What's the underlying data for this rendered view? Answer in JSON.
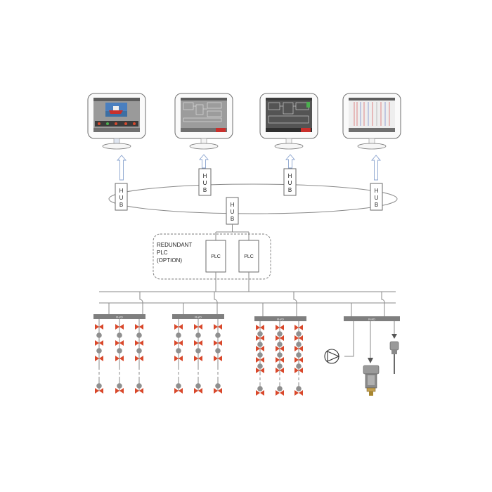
{
  "workstations": [
    {
      "screen": "ship-overview"
    },
    {
      "screen": "mimic-diagram"
    },
    {
      "screen": "mimic-diagram-dark"
    },
    {
      "screen": "trend-view"
    }
  ],
  "hubs": [
    {
      "letters": [
        "H",
        "U",
        "B"
      ]
    },
    {
      "letters": [
        "H",
        "U",
        "B"
      ]
    },
    {
      "letters": [
        "H",
        "U",
        "B"
      ]
    },
    {
      "letters": [
        "H",
        "U",
        "B"
      ]
    },
    {
      "letters": [
        "H",
        "U",
        "B"
      ]
    }
  ],
  "redundant": {
    "line1": "REDUNDANT",
    "line2": "PLC",
    "line3": "(OPTION)",
    "plc_a": "PLC",
    "plc_b": "PLC"
  },
  "remote_io": [
    {
      "label": "R-I/O"
    },
    {
      "label": "R-I/O"
    },
    {
      "label": "R-I/O"
    },
    {
      "label": "R-I/O"
    }
  ],
  "field_devices": [
    "pump-icon",
    "pressure-transmitter-icon",
    "temperature-sensor-icon"
  ],
  "colors": {
    "line": "#8a8a8a",
    "valve": "#d9482b",
    "actuator": "#8f8f8f",
    "rio_bar": "#7f7f7f",
    "arrow": "#9db3d6"
  }
}
